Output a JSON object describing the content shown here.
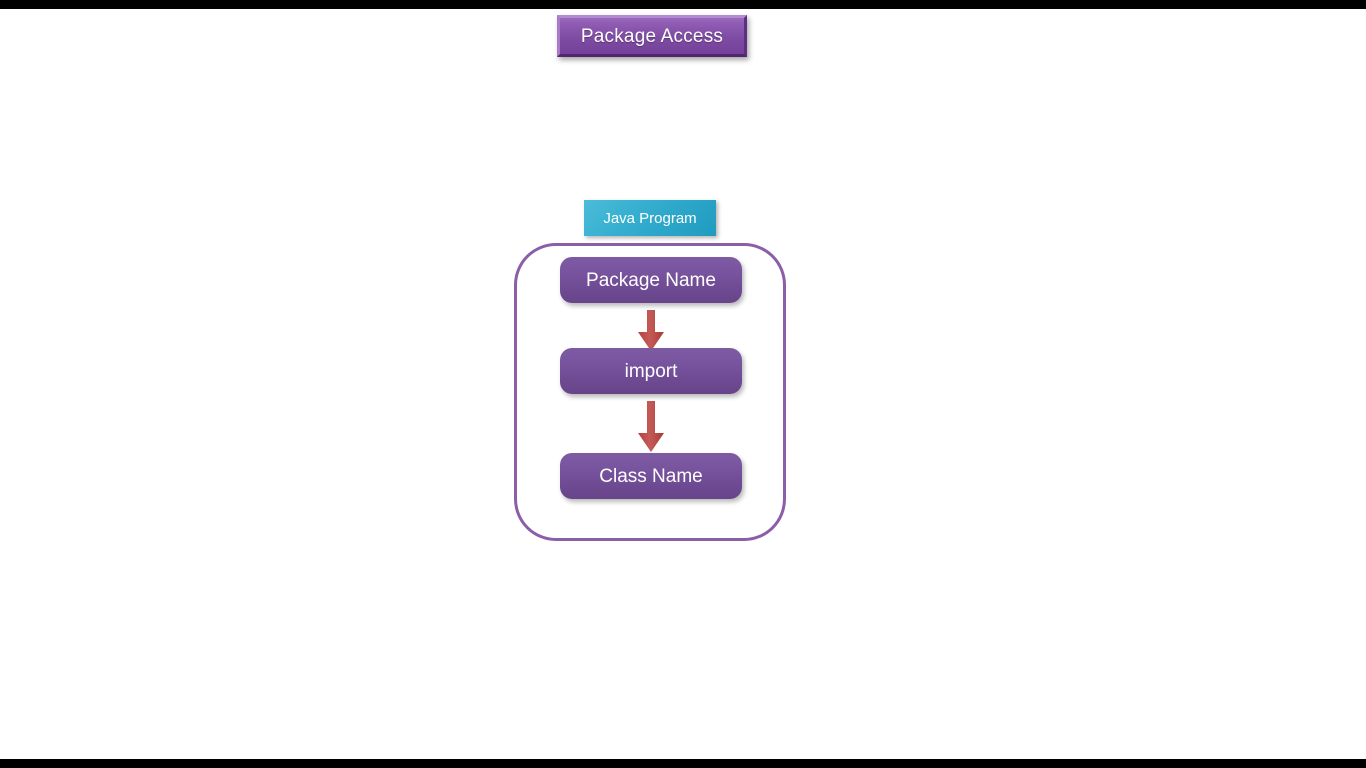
{
  "slide": {
    "title": "Package Access",
    "background_color": "#ffffff",
    "letterbox_color": "#000000"
  },
  "diagram": {
    "type": "flowchart",
    "container_label": "Java Program",
    "container_border_color": "#8a5fa8",
    "tag_color": "#35aecf",
    "step_color": "#78549e",
    "arrow_color": "#c0504d",
    "steps": [
      {
        "label": "Package Name"
      },
      {
        "label": "import"
      },
      {
        "label": "Class Name"
      }
    ],
    "arrows": [
      {
        "from": "Package Name",
        "to": "import",
        "direction": "down"
      },
      {
        "from": "import",
        "to": "Class Name",
        "direction": "down"
      }
    ]
  }
}
